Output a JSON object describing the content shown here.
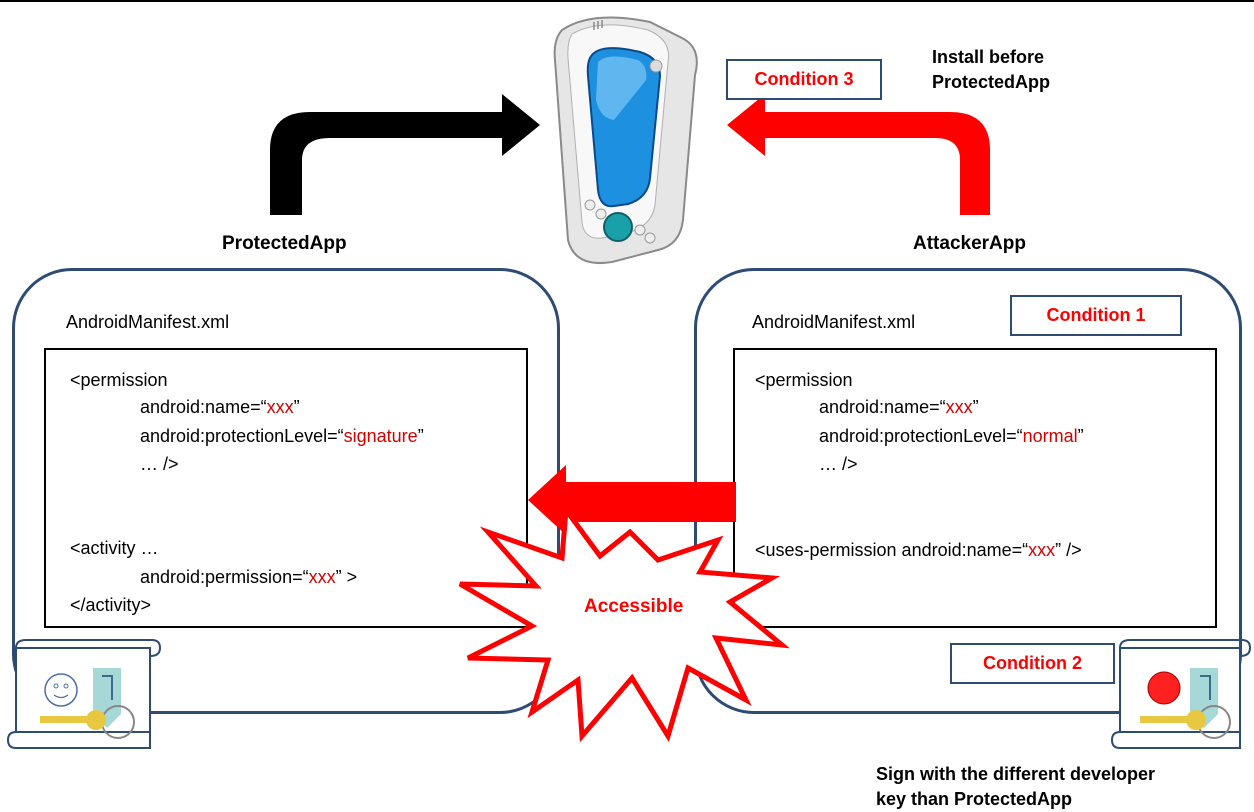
{
  "protected_app": {
    "label": "ProtectedApp",
    "manifest_title": "AndroidManifest.xml",
    "code": {
      "l1": "<permission",
      "l2_a": "android:name=“",
      "l2_v": "xxx",
      "l2_b": "”",
      "l3_a": "android:protectionLevel=“",
      "l3_v": "signature",
      "l3_b": "”",
      "l4": "… />",
      "l5": "<activity …",
      "l6_a": "android:permission=“",
      "l6_v": "xxx",
      "l6_b": "” >",
      "l7": "</activity>"
    }
  },
  "attacker_app": {
    "label": "AttackerApp",
    "manifest_title": "AndroidManifest.xml",
    "code": {
      "l1": "<permission",
      "l2_a": "android:name=“",
      "l2_v": "xxx",
      "l2_b": "”",
      "l3_a": "android:protectionLevel=“",
      "l3_v": "normal",
      "l3_b": "”",
      "l4": "… />",
      "l5_a": "<uses-permission android:name=“",
      "l5_v": "xxx",
      "l5_b": "” />"
    }
  },
  "conditions": {
    "c1": "Condition 1",
    "c2": "Condition 2",
    "c3": "Condition 3"
  },
  "notes": {
    "install_before_l1": "Install before",
    "install_before_l2": "ProtectedApp",
    "sign_l1": "Sign with the different developer",
    "sign_l2": "key than ProtectedApp"
  },
  "burst_label": "Accessible",
  "colors": {
    "panel_border": "#2e4b73",
    "attack_red": "#ff0000",
    "value_red": "#d40000",
    "install_black": "#000000",
    "phone_screen": "#1e90e0"
  }
}
